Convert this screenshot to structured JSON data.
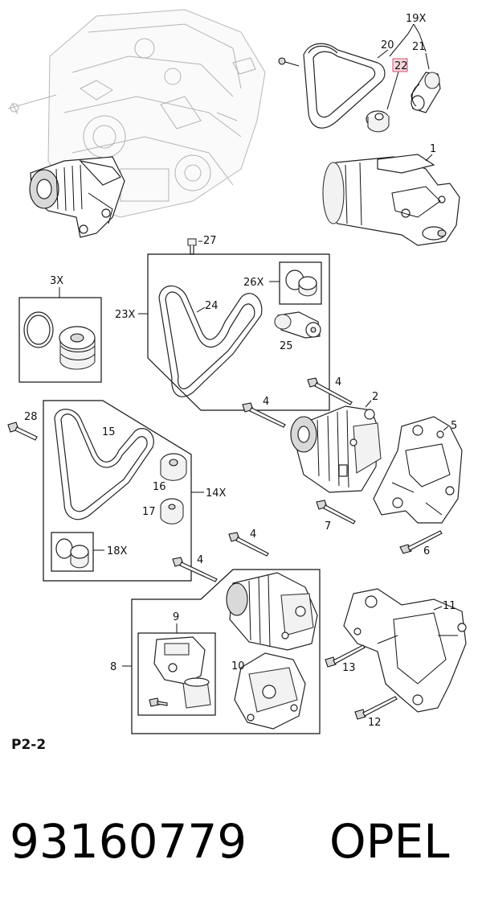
{
  "colors": {
    "highlight_fill": "#f6d5dc",
    "highlight_stroke": "#d2536c",
    "line": "#111111"
  },
  "callouts": {
    "c19x": "19X",
    "c20": "20",
    "c21": "21",
    "c22": "22",
    "c1": "1",
    "c27": "27",
    "c3x": "3X",
    "c26x": "26X",
    "c23x": "23X",
    "c24": "24",
    "c25": "25",
    "c4a": "4",
    "c4b": "4",
    "c2": "2",
    "c5": "5",
    "c28": "28",
    "c15": "15",
    "c16": "16",
    "c14x": "14X",
    "c17": "17",
    "c18x": "18X",
    "c7": "7",
    "c6": "6",
    "c4c": "4",
    "c4d": "4",
    "c9": "9",
    "c11": "11",
    "c8": "8",
    "c10": "10",
    "c13": "13",
    "c12": "12"
  },
  "highlighted_callout": "22",
  "page_ref": "P2-2",
  "part_number": "93160779",
  "brand": "OPEL"
}
